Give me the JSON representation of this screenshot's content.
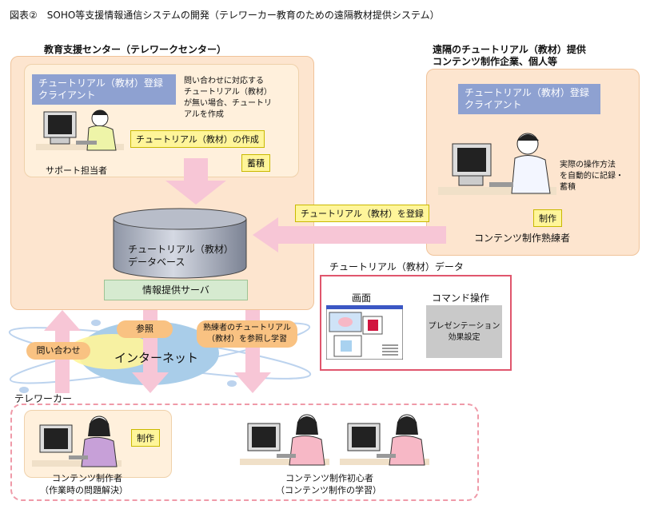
{
  "figure_title": "図表②　SOHO等支援情報通信システムの開発（テレワーカー教育のための遠隔教材提供システム）",
  "center": {
    "title": "教育支援センター（テレワークセンター）",
    "client_label_1": "チュートリアル（教材）登録",
    "client_label_2": "クライアント",
    "note_lines": [
      "問い合わせに対応する",
      "チュートリアル（教材）",
      "が無い場合、チュートリ",
      "アルを作成"
    ],
    "create_label": "チュートリアル（教材）の作成",
    "store_label": "蓄積",
    "support_person": "サポート担当者",
    "db_label_1": "チュートリアル（教材）",
    "db_label_2": "データベース",
    "server_label": "情報提供サーバ"
  },
  "remote": {
    "title_1": "遠隔のチュートリアル（教材）提供",
    "title_2": "コンテンツ制作企業、個人等",
    "client_label_1": "チュートリアル（教材）登録",
    "client_label_2": "クライアント",
    "note_lines": [
      "実際の操作方法",
      "を自動的に記録・",
      "蓄積"
    ],
    "produce_label": "制作",
    "person_label": "コンテンツ制作熟練者",
    "register_label": "チュートリアル（教材）を登録"
  },
  "tutorial_data": {
    "title": "チュートリアル（教材）データ",
    "screen_label": "画面",
    "command_label": "コマンド操作",
    "command_box_1": "プレゼンテーション",
    "command_box_2": "効果設定"
  },
  "internet": {
    "label": "インターネット",
    "reference_label": "参照",
    "inquiry_label": "問い合わせ",
    "expert_ref_1": "熟練者のチュートリアル",
    "expert_ref_2": "（教材）を参照し学習"
  },
  "teleworker": {
    "title": "テレワーカー",
    "produce_label": "制作",
    "creator_1": "コンテンツ制作者",
    "creator_2": "（作業時の問題解決）",
    "beginner_1": "コンテンツ制作初心者",
    "beginner_2": "（コンテンツ制作の学習）"
  },
  "colors": {
    "center_bg": "#fde5cf",
    "client_blue": "#8ea1d1",
    "highlight_yellow": "#fff59a",
    "arrow_pink": "#f7c6d6",
    "pill_orange": "#f9c282",
    "server_green": "#d6ead0",
    "data_border": "#e0566d",
    "teleworker_dash": "#ef9aa8"
  }
}
